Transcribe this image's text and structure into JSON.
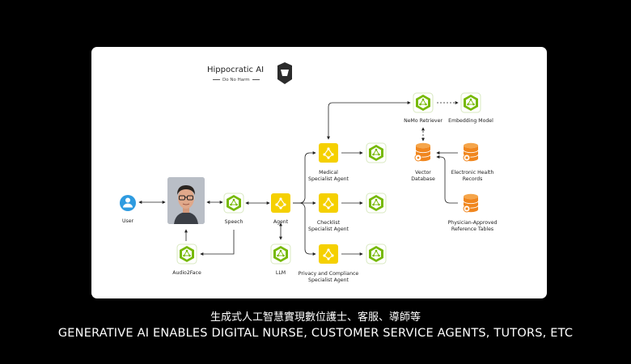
{
  "brand": {
    "name": "Hippocratic AI",
    "tagline": "Do No Harm"
  },
  "nodes": {
    "user": "User",
    "speech": "Speech",
    "agent": "Agent",
    "audio2face": "Audio2Face",
    "llm": "LLM",
    "medical": "Medical\nSpecialist Agent",
    "checklist": "Checklist\nSpecialist Agent",
    "privacy": "Privacy and Compliance\nSpecialist Agent",
    "nemo_retriever": "NeMo Retriever",
    "embedding_model": "Embedding Model",
    "vector_db": "Vector\nDatabase",
    "ehr": "Electronic Health\nRecords",
    "physician_tables": "Physician-Approved\nReference Tables"
  },
  "colors": {
    "accent_green": "#76b900",
    "agent_yellow": "#f5d000",
    "db_orange": "#f0861e",
    "user_blue": "#2e9be0"
  },
  "subtitles": {
    "chinese": "生成式人工智慧實現數位護士、客服、導師等",
    "english": "GENERATIVE AI ENABLES DIGITAL NURSE, CUSTOMER SERVICE AGENTS, TUTORS, ETC"
  }
}
